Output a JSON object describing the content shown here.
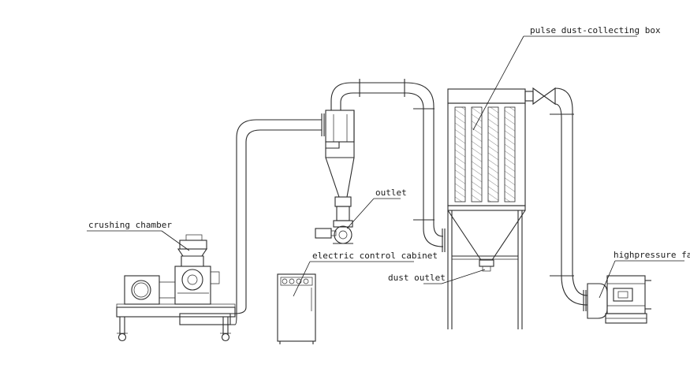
{
  "labels": {
    "pulse_box": "pulse dust-collecting box",
    "outlet": "outlet",
    "crushing_chamber": "crushing chamber",
    "control_cabinet": "electric control cabinet",
    "dust_outlet": "dust outlet",
    "fan": "highpressure fan"
  }
}
